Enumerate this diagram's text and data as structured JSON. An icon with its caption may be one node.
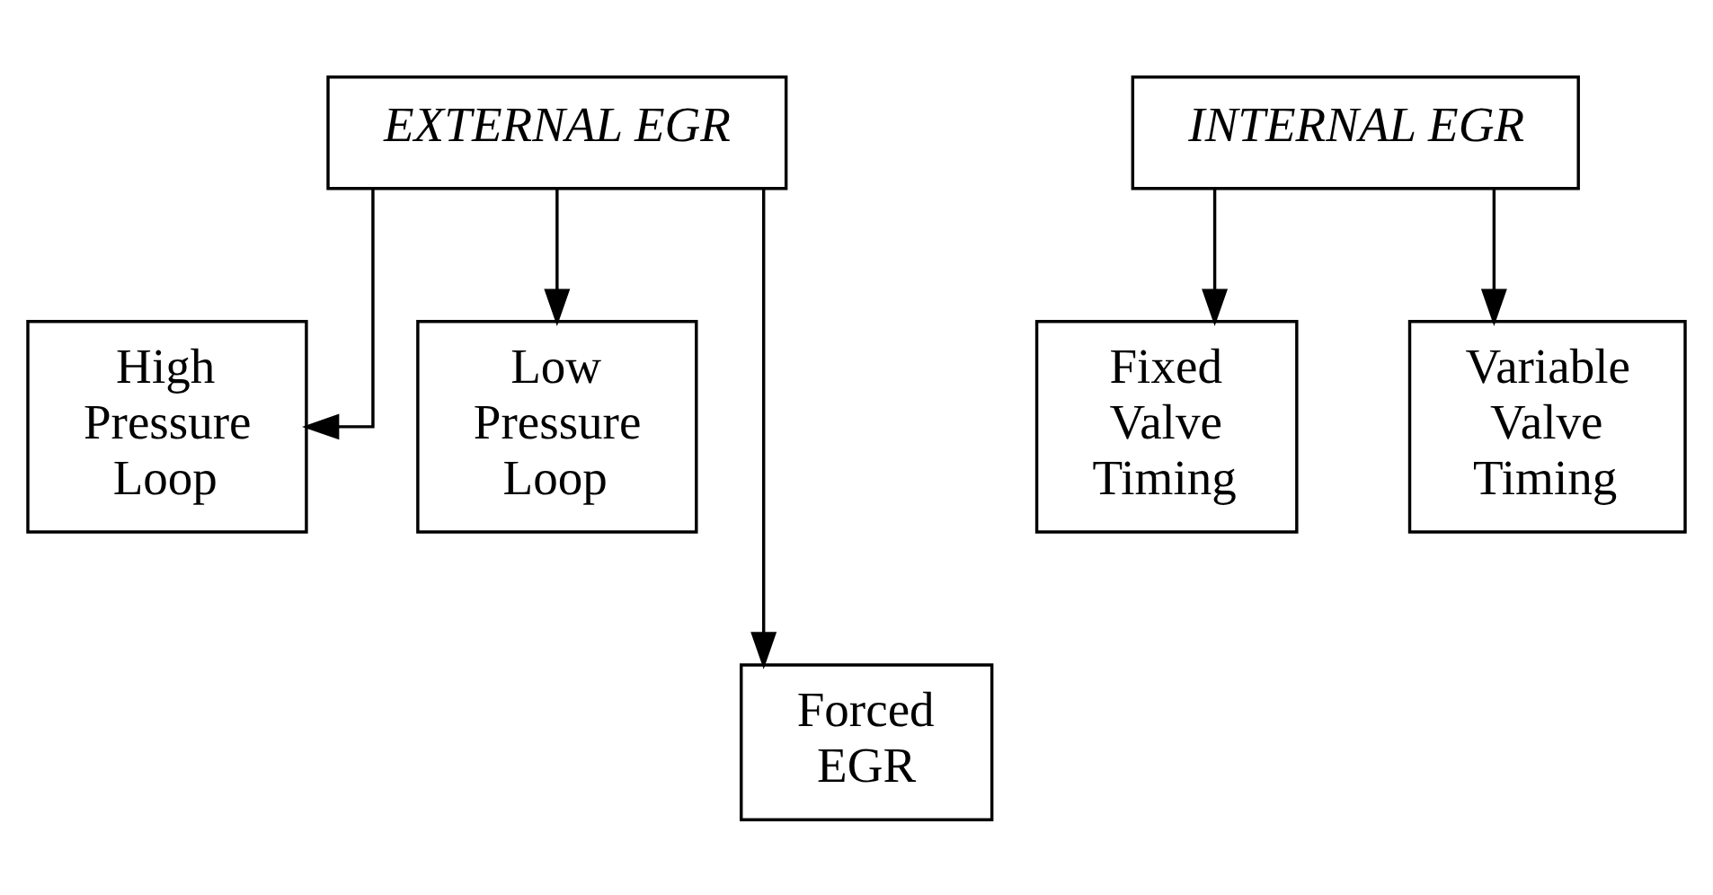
{
  "diagram": {
    "nodes": [
      {
        "text": [
          "EXTERNAL EGR"
        ]
      },
      {
        "text": [
          "INTERNAL EGR"
        ]
      },
      {
        "text": [
          "High Pressure Loop"
        ]
      },
      {
        "text": [
          "Low Pressure Loop"
        ]
      },
      {
        "text": [
          "Fixed Valve Timing"
        ]
      },
      {
        "text": [
          "Variable Valve Timing"
        ]
      },
      {
        "text": [
          "Forced EGR"
        ]
      }
    ],
    "edges": [
      {
        "from": 0,
        "to": 2,
        "arrow": "to"
      },
      {
        "from": 0,
        "to": 6,
        "arrow": "to"
      },
      {
        "from": 0,
        "to": 3,
        "arrow": "to"
      },
      {
        "from": 1,
        "to": 4,
        "arrow": "to"
      },
      {
        "from": 1,
        "to": 5,
        "arrow": "to"
      }
    ]
  }
}
